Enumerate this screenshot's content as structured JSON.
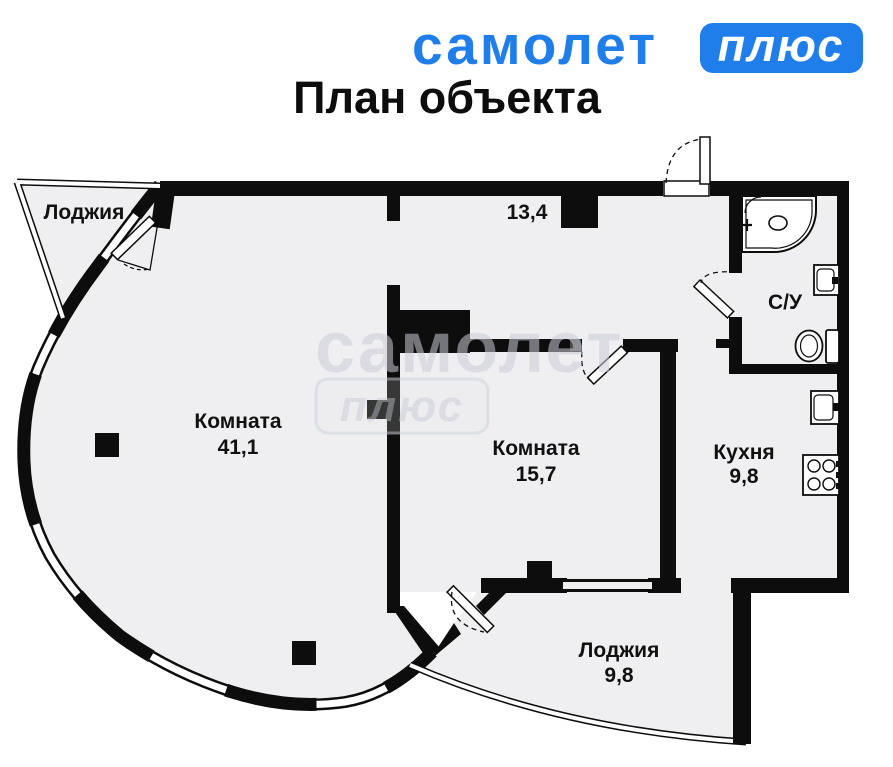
{
  "header": {
    "brand": "самолет",
    "badge": "плюс",
    "title": "План объекта"
  },
  "watermark": {
    "brand": "самолет",
    "badge": "плюс"
  },
  "rooms": {
    "loggia_top": {
      "name": "Лоджия"
    },
    "hallway": {
      "area": "13,4"
    },
    "room_large": {
      "name": "Комната",
      "area": "41,1"
    },
    "room_small": {
      "name": "Комната",
      "area": "15,7"
    },
    "bathroom": {
      "name": "С/У"
    },
    "kitchen": {
      "name": "Кухня",
      "area": "9,8"
    },
    "loggia_bottom": {
      "name": "Лоджия",
      "area": "9,8"
    }
  },
  "colors": {
    "wall": "#0d0d0d",
    "floor": "#efeff1",
    "brand_blue": "#1f7ee9",
    "watermark_gray": "#c9cdd4"
  }
}
